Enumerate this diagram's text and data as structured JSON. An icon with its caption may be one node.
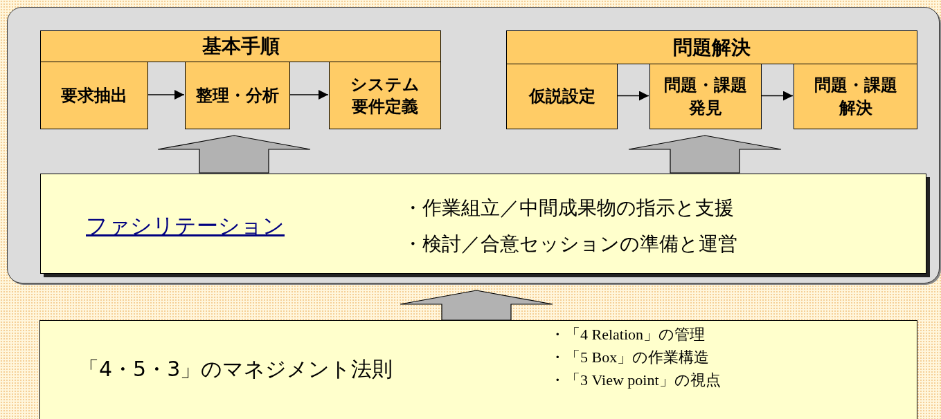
{
  "diagram": {
    "nodes": [
      {
        "text": [],
        "shape": "box"
      },
      {
        "text": [
          "基本手順"
        ],
        "in": 0
      },
      {
        "text": [
          "要求抽出"
        ],
        "in": 0
      },
      {
        "text": [
          "整理・分析"
        ],
        "in": 0
      },
      {
        "text": [
          "システム要件定義"
        ],
        "in": 0
      },
      {
        "text": [
          "問題解決"
        ],
        "in": 0
      },
      {
        "text": [
          "仮説設定"
        ],
        "in": 0
      },
      {
        "text": [
          "問題・課題発見"
        ],
        "in": 0
      },
      {
        "text": [
          "問題・課題解決"
        ],
        "in": 0
      },
      {
        "text": [
          "ファシリテーション",
          "・作業組立／中間成果物の指示と支援",
          "・検討／合意セッションの準備と運営"
        ],
        "in": 0
      },
      {
        "text": [
          "「4・5・3」のマネジメント法則",
          "・「4 Relation」の管理",
          "・「5 Box」の作業構造",
          "・「3 View point」の視点"
        ]
      }
    ],
    "edges": [
      {
        "from": 2,
        "to": 3,
        "arrow": "to"
      },
      {
        "from": 3,
        "to": 4,
        "arrow": "to"
      },
      {
        "from": 6,
        "to": 7,
        "arrow": "to"
      },
      {
        "from": 7,
        "to": 8,
        "arrow": "to"
      },
      {
        "from": 9,
        "to": 3,
        "arrow": "to",
        "style": "thick",
        "color": "#b2b2b2"
      },
      {
        "from": 9,
        "to": 7,
        "arrow": "to",
        "style": "thick",
        "color": "#b2b2b2"
      },
      {
        "from": 10,
        "to": 0,
        "arrow": "to",
        "style": "thick",
        "color": "#b2b2b2"
      }
    ]
  }
}
